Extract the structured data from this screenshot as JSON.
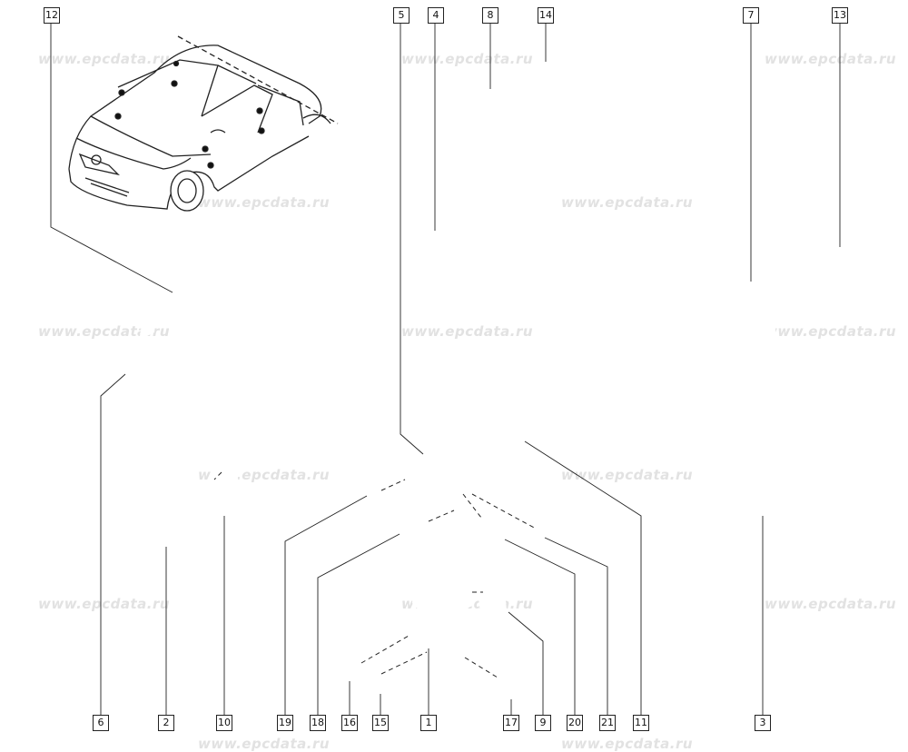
{
  "watermark_text": "www.epcdata.ru",
  "callouts": {
    "c1": "1",
    "c2": "2",
    "c3": "3",
    "c4": "4",
    "c5": "5",
    "c6": "6",
    "c7": "7",
    "c8": "8",
    "c9": "9",
    "c10": "10",
    "c11": "11",
    "c12": "12",
    "c13": "13",
    "c14": "14",
    "c15": "15",
    "c16": "16",
    "c17": "17",
    "c18": "18",
    "c19": "19",
    "c20": "20",
    "c21": "21"
  },
  "colors": {
    "line": "#222222",
    "watermark": "#e2e2e2",
    "background": "#ffffff"
  }
}
